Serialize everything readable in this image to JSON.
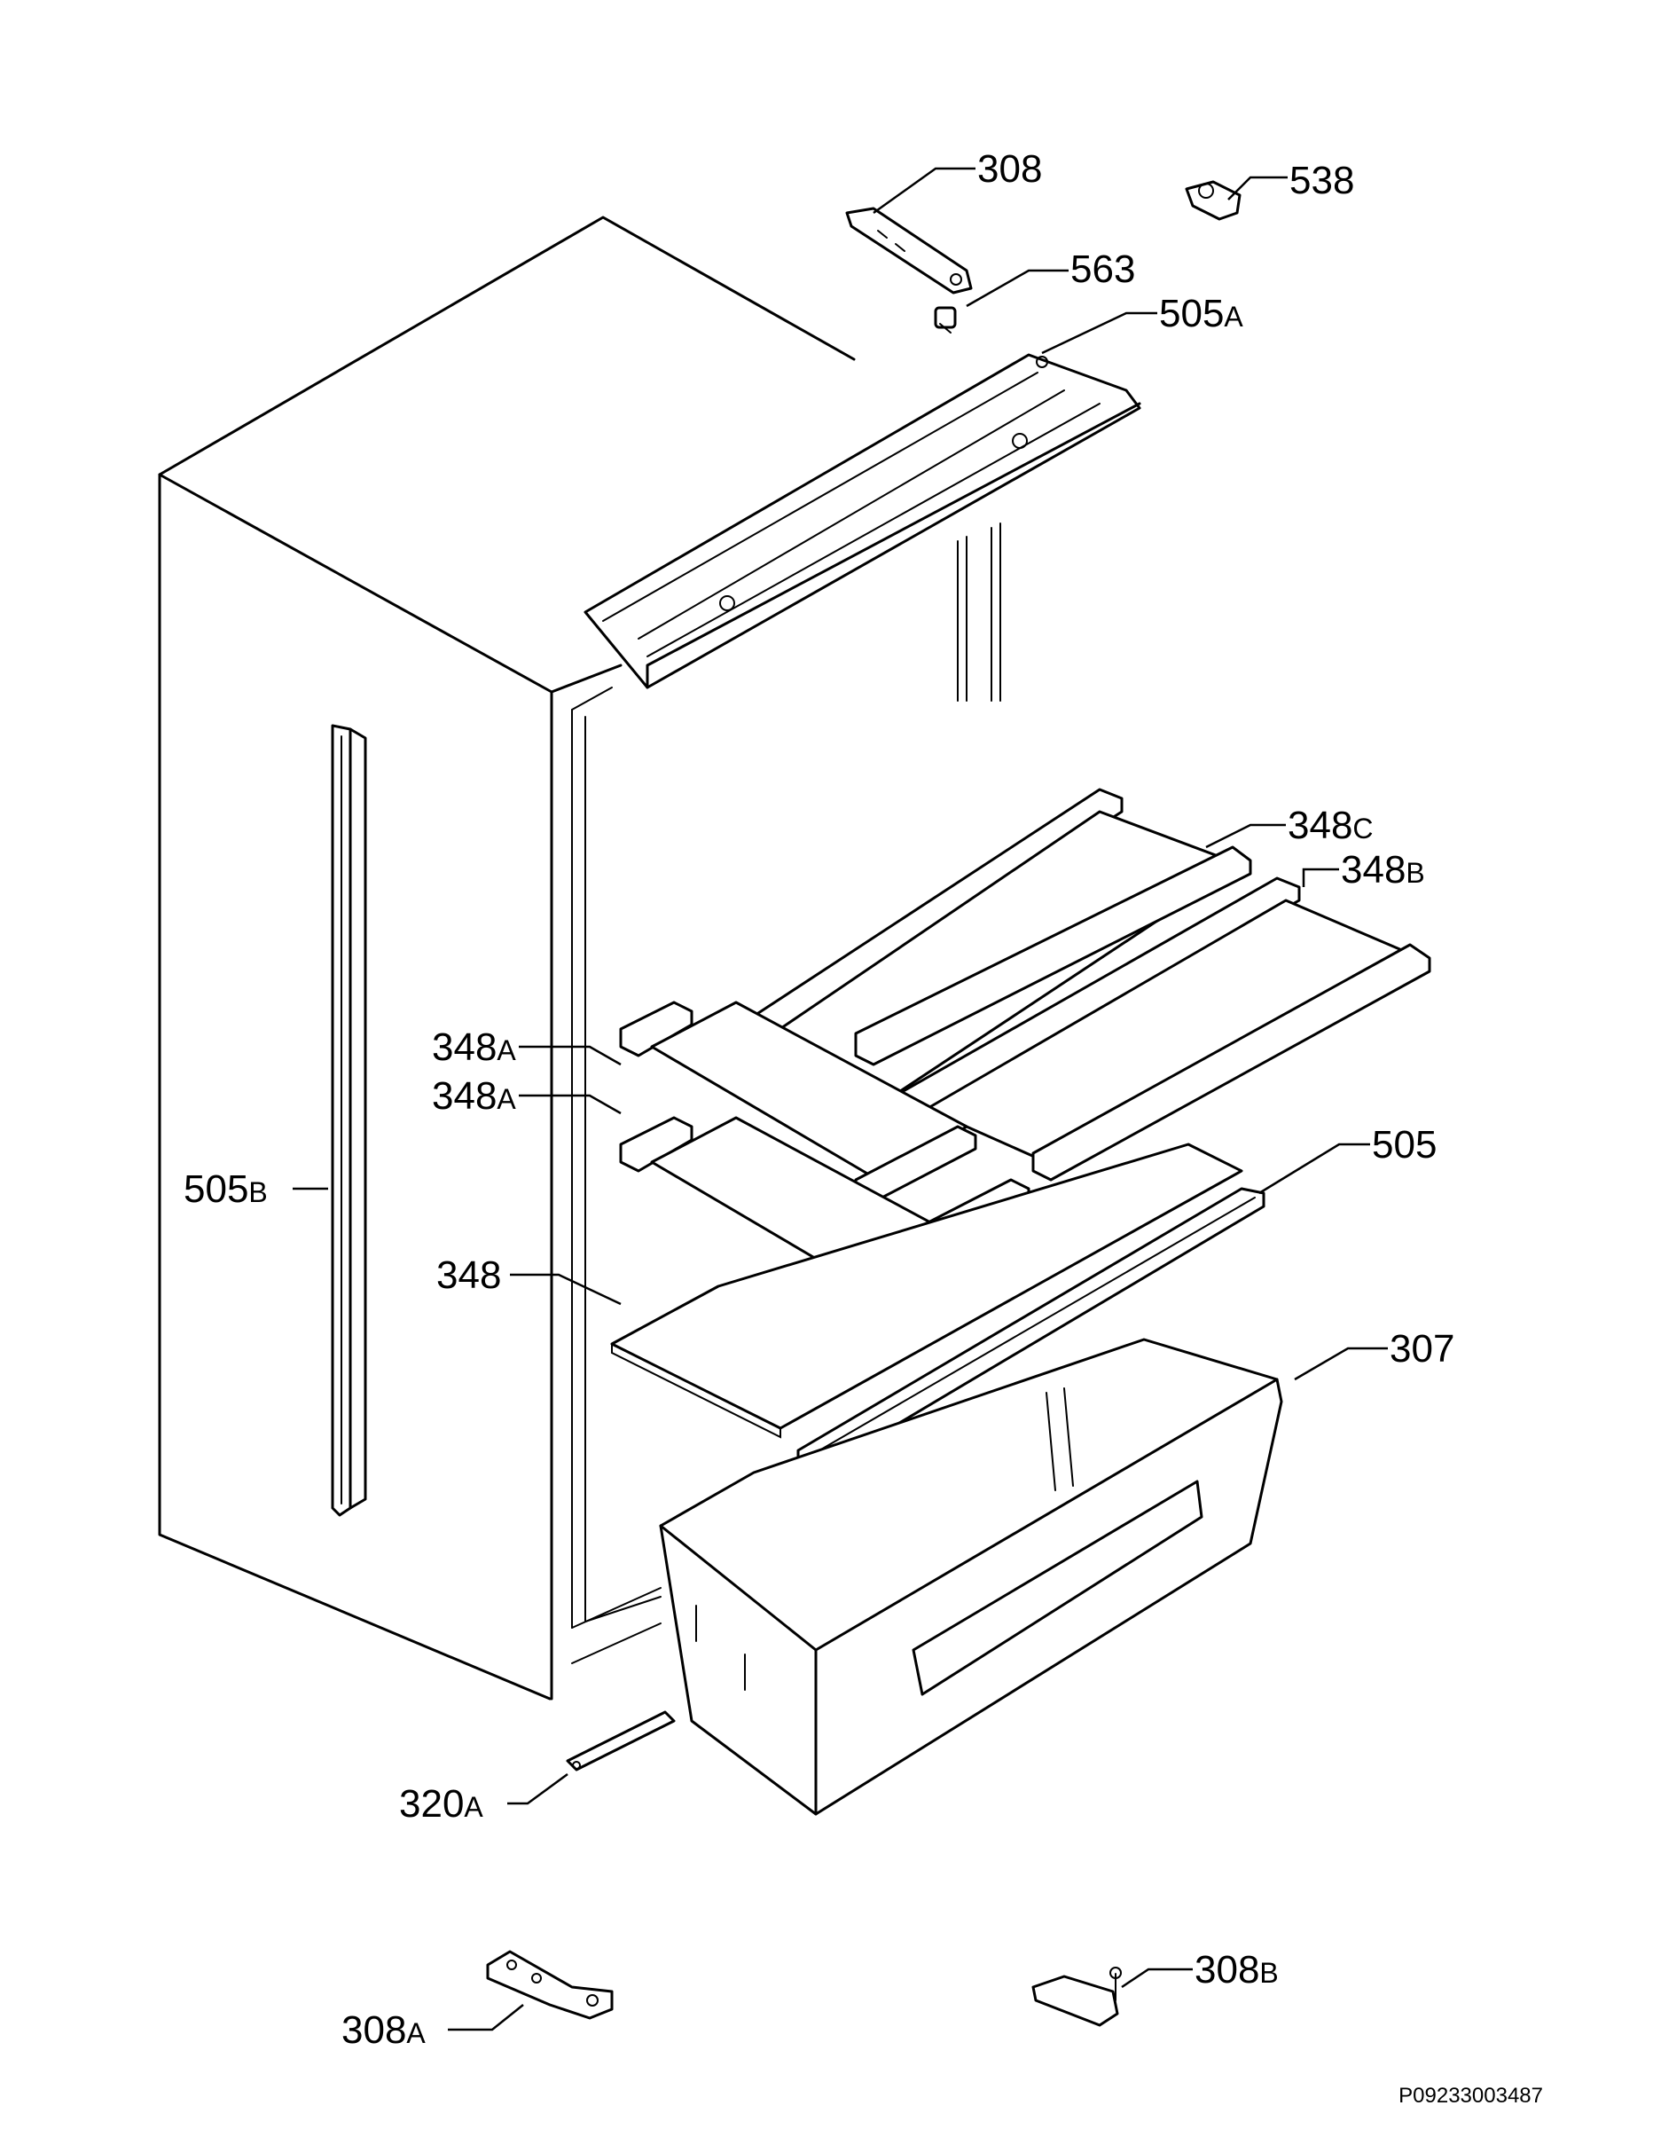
{
  "labels": [
    {
      "id": "308",
      "num": "308",
      "suffix": ""
    },
    {
      "id": "538",
      "num": "538",
      "suffix": ""
    },
    {
      "id": "563",
      "num": "563",
      "suffix": ""
    },
    {
      "id": "505A",
      "num": "505",
      "suffix": "A"
    },
    {
      "id": "348C",
      "num": "348",
      "suffix": "C"
    },
    {
      "id": "348B",
      "num": "348",
      "suffix": "B"
    },
    {
      "id": "348A1",
      "num": "348",
      "suffix": "A"
    },
    {
      "id": "348A2",
      "num": "348",
      "suffix": "A"
    },
    {
      "id": "505B",
      "num": "505",
      "suffix": "B"
    },
    {
      "id": "505",
      "num": "505",
      "suffix": ""
    },
    {
      "id": "348",
      "num": "348",
      "suffix": ""
    },
    {
      "id": "307",
      "num": "307",
      "suffix": ""
    },
    {
      "id": "320A",
      "num": "320",
      "suffix": "A"
    },
    {
      "id": "308A",
      "num": "308",
      "suffix": "A"
    },
    {
      "id": "308B",
      "num": "308",
      "suffix": "B"
    }
  ],
  "reference_code": "P09233003487"
}
